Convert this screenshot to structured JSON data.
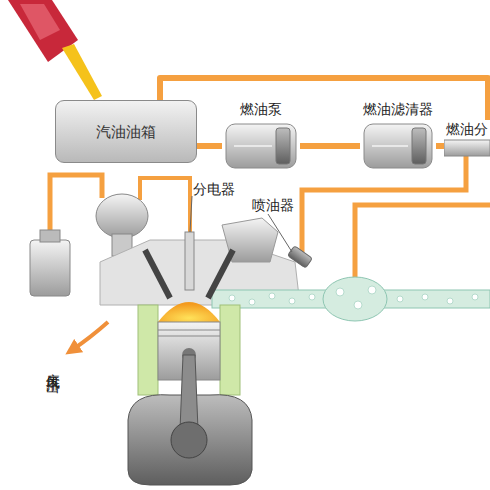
{
  "diagram": {
    "nodes": [
      {
        "text": [
          "汽油油箱"
        ]
      },
      {
        "text": [
          "燃油泵"
        ]
      },
      {
        "text": [
          "燃油滤清器"
        ]
      },
      {
        "text": [
          "燃油分"
        ]
      }
    ],
    "edges": [
      {
        "from": 0,
        "to": 1,
        "arrow": "none"
      },
      {
        "from": 1,
        "to": 2,
        "arrow": "none"
      },
      {
        "from": 2,
        "to": 3,
        "arrow": "none"
      },
      {
        "from": 3,
        "to": 0,
        "arrow": "none"
      }
    ],
    "labels": [
      "分电器",
      "喷油器",
      "废气排出"
    ]
  }
}
